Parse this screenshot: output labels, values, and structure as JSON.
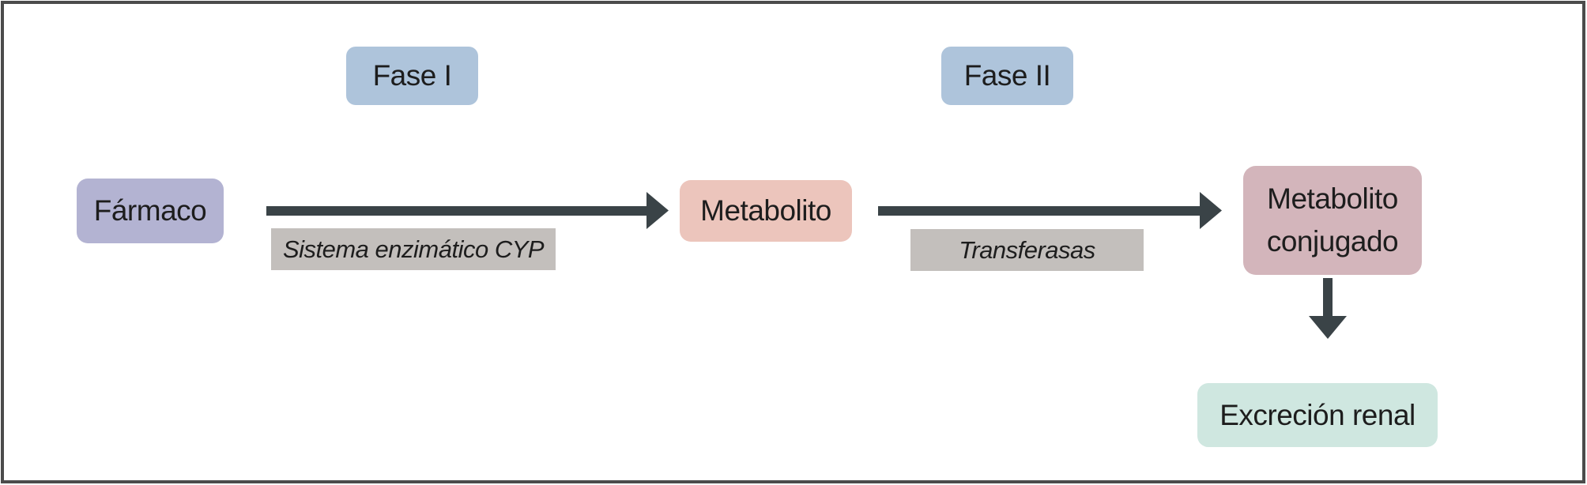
{
  "colors": {
    "background": "#ffffff",
    "frame_border": "#4b4b4b",
    "arrow": "#3a4347",
    "text": "#1d1d1d",
    "phase_box": "#aec4db",
    "farmaco_box": "#b3b3d2",
    "metabolito_box": "#ecc5bc",
    "metabolito_conjugado_box": "#d3b5bb",
    "excrecion_box": "#cfe7e0",
    "enzyme_label_box": "#c3bfbc"
  },
  "phases": {
    "fase_i": "Fase I",
    "fase_ii": "Fase II"
  },
  "nodes": {
    "farmaco": "Fármaco",
    "metabolito": "Metabolito",
    "metabolito_conjugado": "Metabolito conjugado",
    "excrecion_renal": "Excreción renal"
  },
  "enzyme_labels": {
    "sistema_cyp": "Sistema enzimático CYP",
    "transferasas": "Transferasas"
  }
}
